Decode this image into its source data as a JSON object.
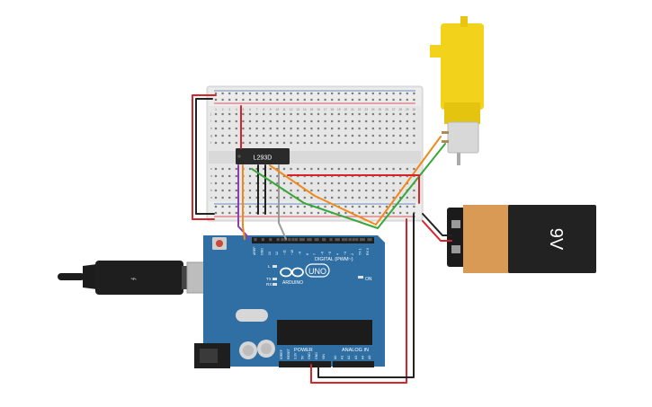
{
  "chip": {
    "label": "L293D"
  },
  "battery": {
    "label": "9V"
  },
  "arduino": {
    "brand": "ARDUINO",
    "model": "UNO",
    "digital_label": "DIGITAL (PWM~)",
    "power_label": "POWER",
    "analog_label": "ANALOG IN",
    "on_label": "ON",
    "l_label": "L",
    "tx_label": "TX",
    "rx_label": "RX",
    "digital_pins": [
      "AREF",
      "GND",
      "13",
      "12",
      "~11",
      "~10",
      "~9",
      "8",
      "7",
      "~6",
      "~5",
      "4",
      "~3",
      "2",
      "TX 1",
      "RX 0"
    ],
    "power_pins": [
      "IOREF",
      "RESET",
      "3.3V",
      "5V",
      "GND",
      "GND",
      "VIN"
    ],
    "analog_pins": [
      "A0",
      "A1",
      "A2",
      "A3",
      "A4",
      "A5"
    ]
  },
  "breadboard": {
    "column_numbers": [
      "1",
      "2",
      "3",
      "4",
      "5",
      "6",
      "7",
      "8",
      "9",
      "10",
      "11",
      "12",
      "13",
      "14",
      "15",
      "16",
      "17",
      "18",
      "19",
      "20",
      "21",
      "22",
      "23",
      "24",
      "25",
      "26",
      "27",
      "28",
      "29",
      "30"
    ],
    "row_letters_top": [
      "j",
      "i",
      "h",
      "g",
      "f"
    ],
    "row_letters_bottom": [
      "e",
      "d",
      "c",
      "b",
      "a"
    ]
  },
  "colors": {
    "board": "#2f6fa4",
    "breadboard": "#e8e8e8",
    "motor": "#f2d21a",
    "battery_body": "#1e1e1e",
    "battery_cap": "#d89a55",
    "wire_red": "#d8232a",
    "wire_black": "#222222",
    "wire_orange": "#f08a1c",
    "wire_green": "#3aa63a",
    "wire_purple": "#8a3fb5",
    "wire_gray": "#9a9a9a"
  }
}
